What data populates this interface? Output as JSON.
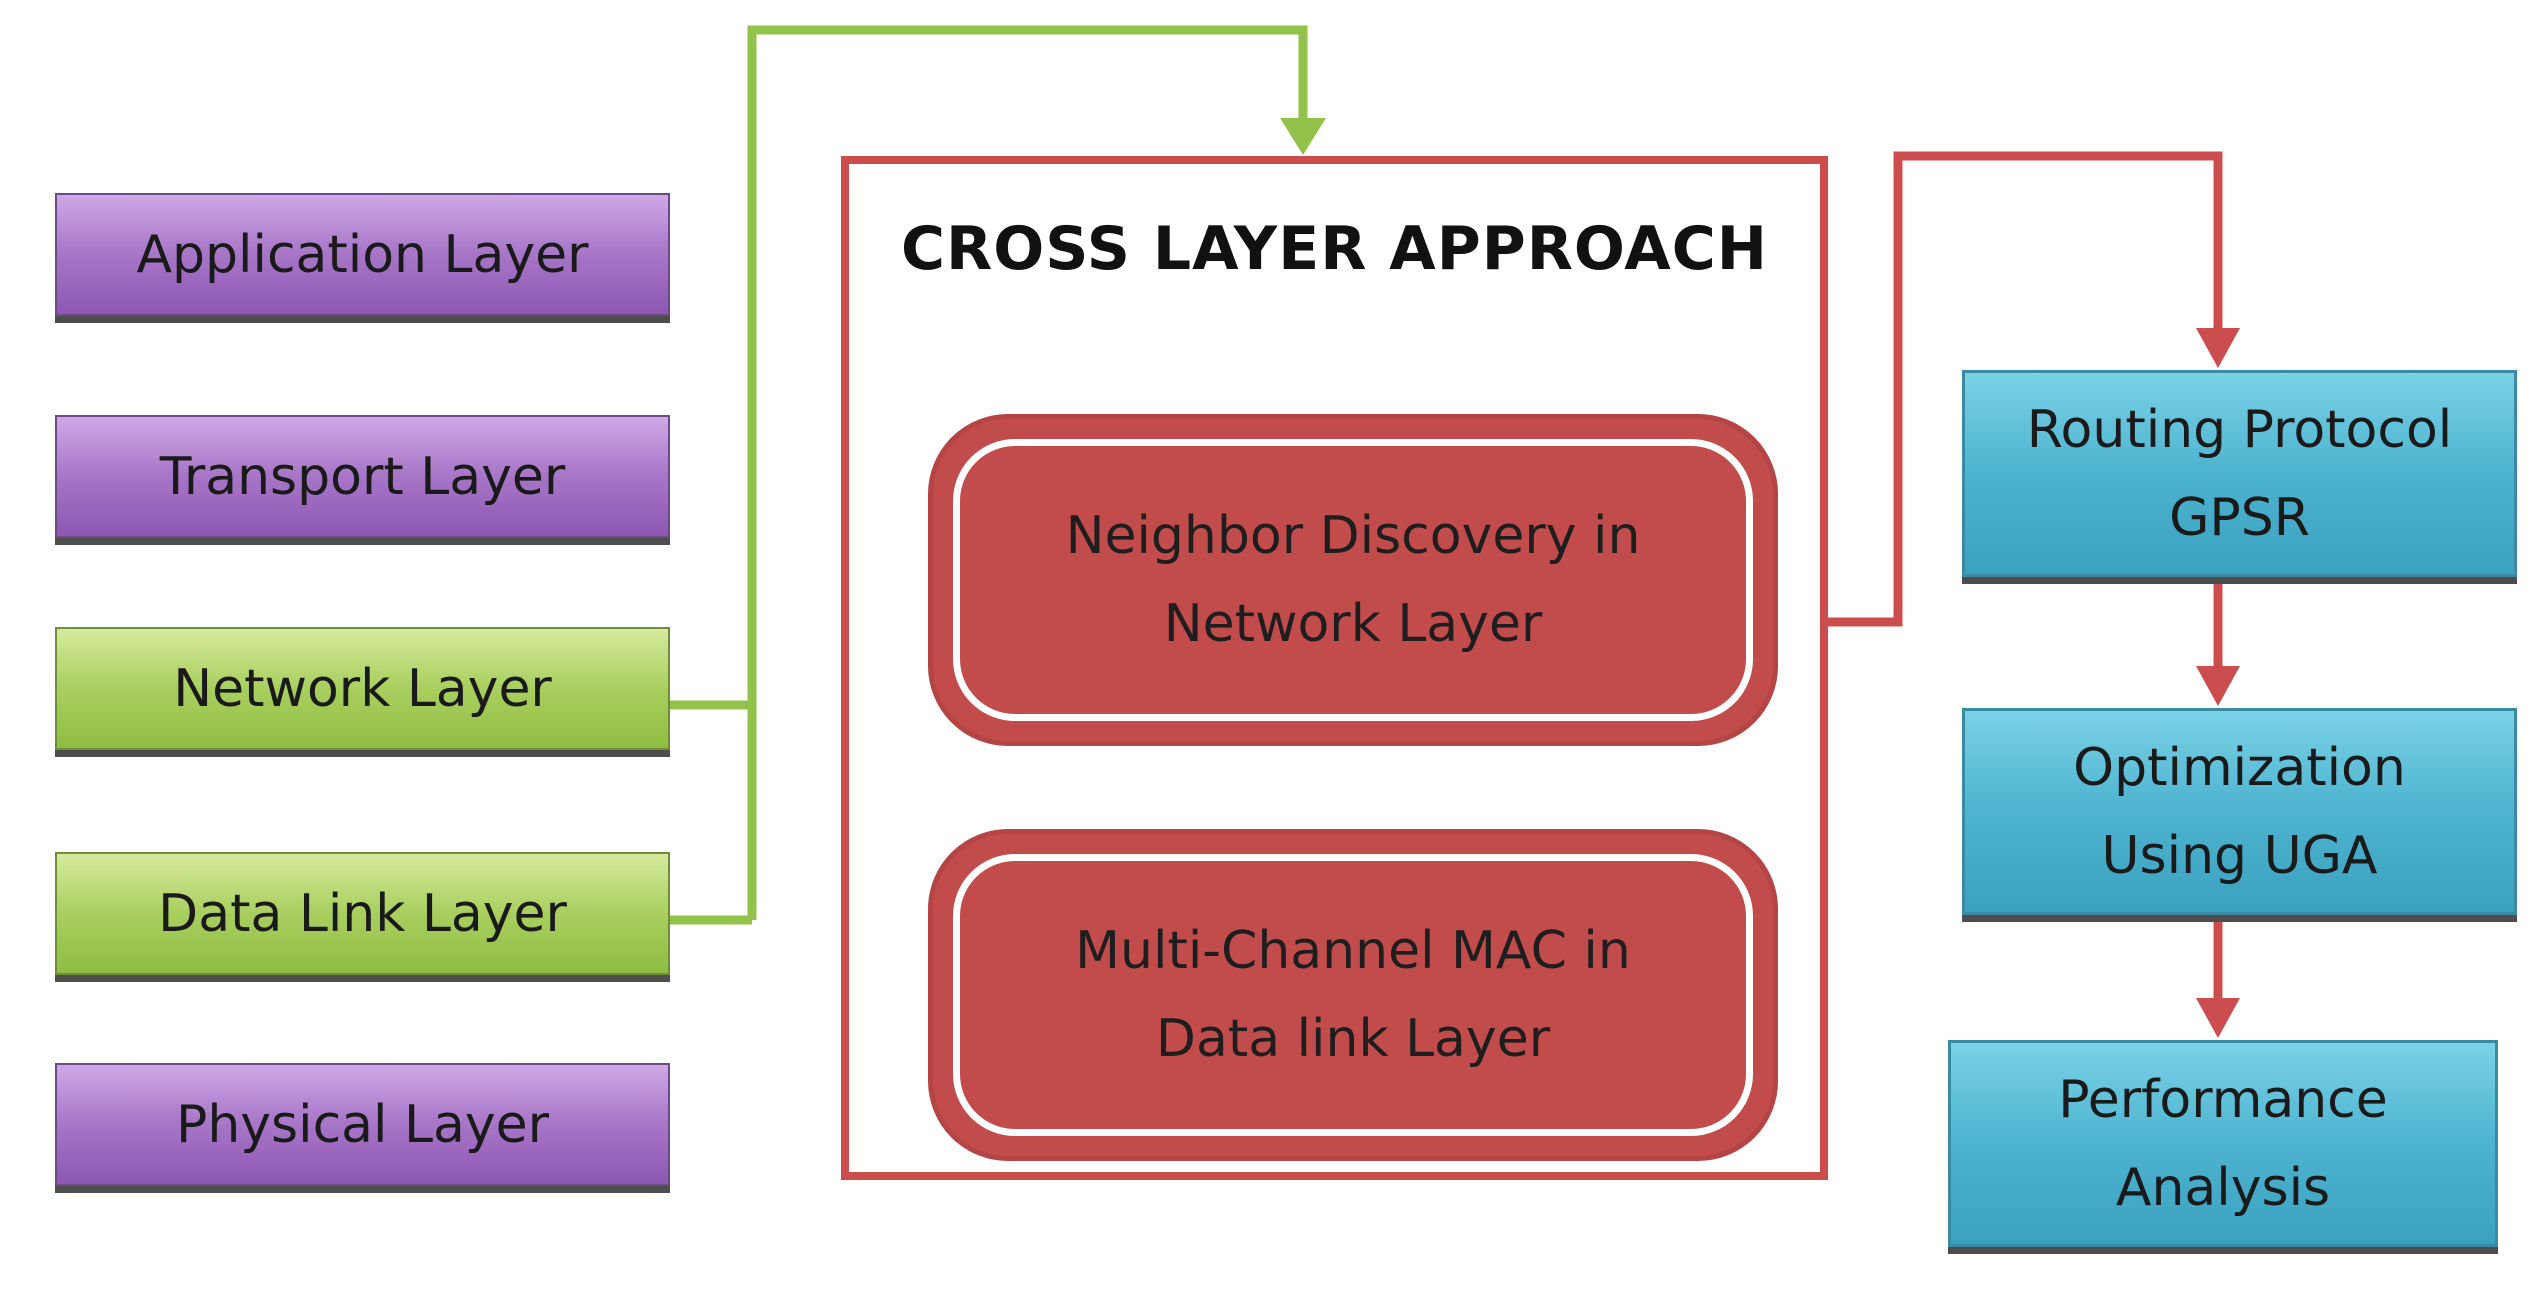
{
  "layers": [
    {
      "label": "Application Layer",
      "color": "purple"
    },
    {
      "label": "Transport Layer",
      "color": "purple"
    },
    {
      "label": "Network Layer",
      "color": "green"
    },
    {
      "label": "Data Link Layer",
      "color": "green"
    },
    {
      "label": "Physical Layer",
      "color": "purple"
    }
  ],
  "cross_layer": {
    "title": "CROSS LAYER APPROACH",
    "modules": [
      "Neighbor Discovery in\nNetwork Layer",
      "Multi-Channel MAC in\nData link Layer"
    ]
  },
  "steps": [
    "Routing Protocol\nGPSR",
    "Optimization\nUsing UGA",
    "Performance\nAnalysis"
  ],
  "colors": {
    "purple": "#a877c8",
    "green": "#a9cf5f",
    "red": "#c24c4c",
    "teal": "#4db3cf",
    "green_line": "#92c24a",
    "red_line": "#cc4d4d"
  }
}
